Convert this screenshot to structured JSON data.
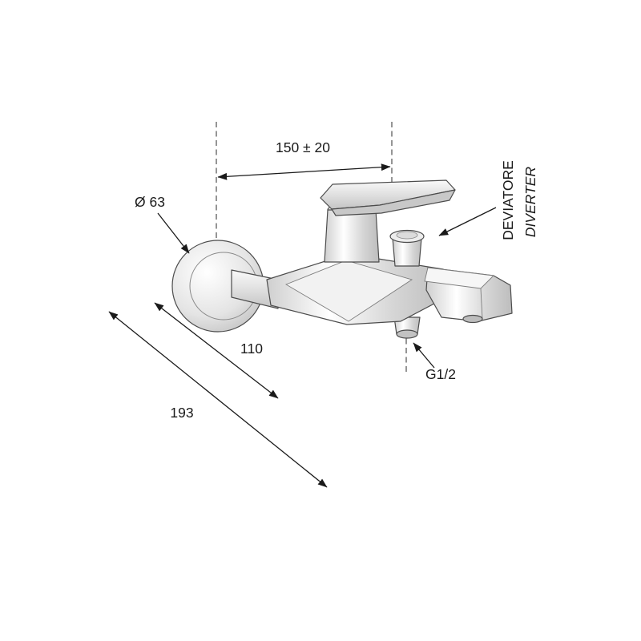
{
  "labels": {
    "top_dim": "150 ± 20",
    "flange_diameter": "Ø 63",
    "dim_110": "110",
    "dim_193": "193",
    "thread": "G1/2",
    "diverter_it": "DEVIATORE",
    "diverter_en": "DIVERTER"
  },
  "colors": {
    "background": "#ffffff",
    "dimension_line": "#1a1a1a",
    "drawing_stroke": "#4c4c4c",
    "chrome_light": "#fafafa",
    "chrome_mid": "#e0e0e0",
    "chrome_dark": "#c4c4c4"
  }
}
